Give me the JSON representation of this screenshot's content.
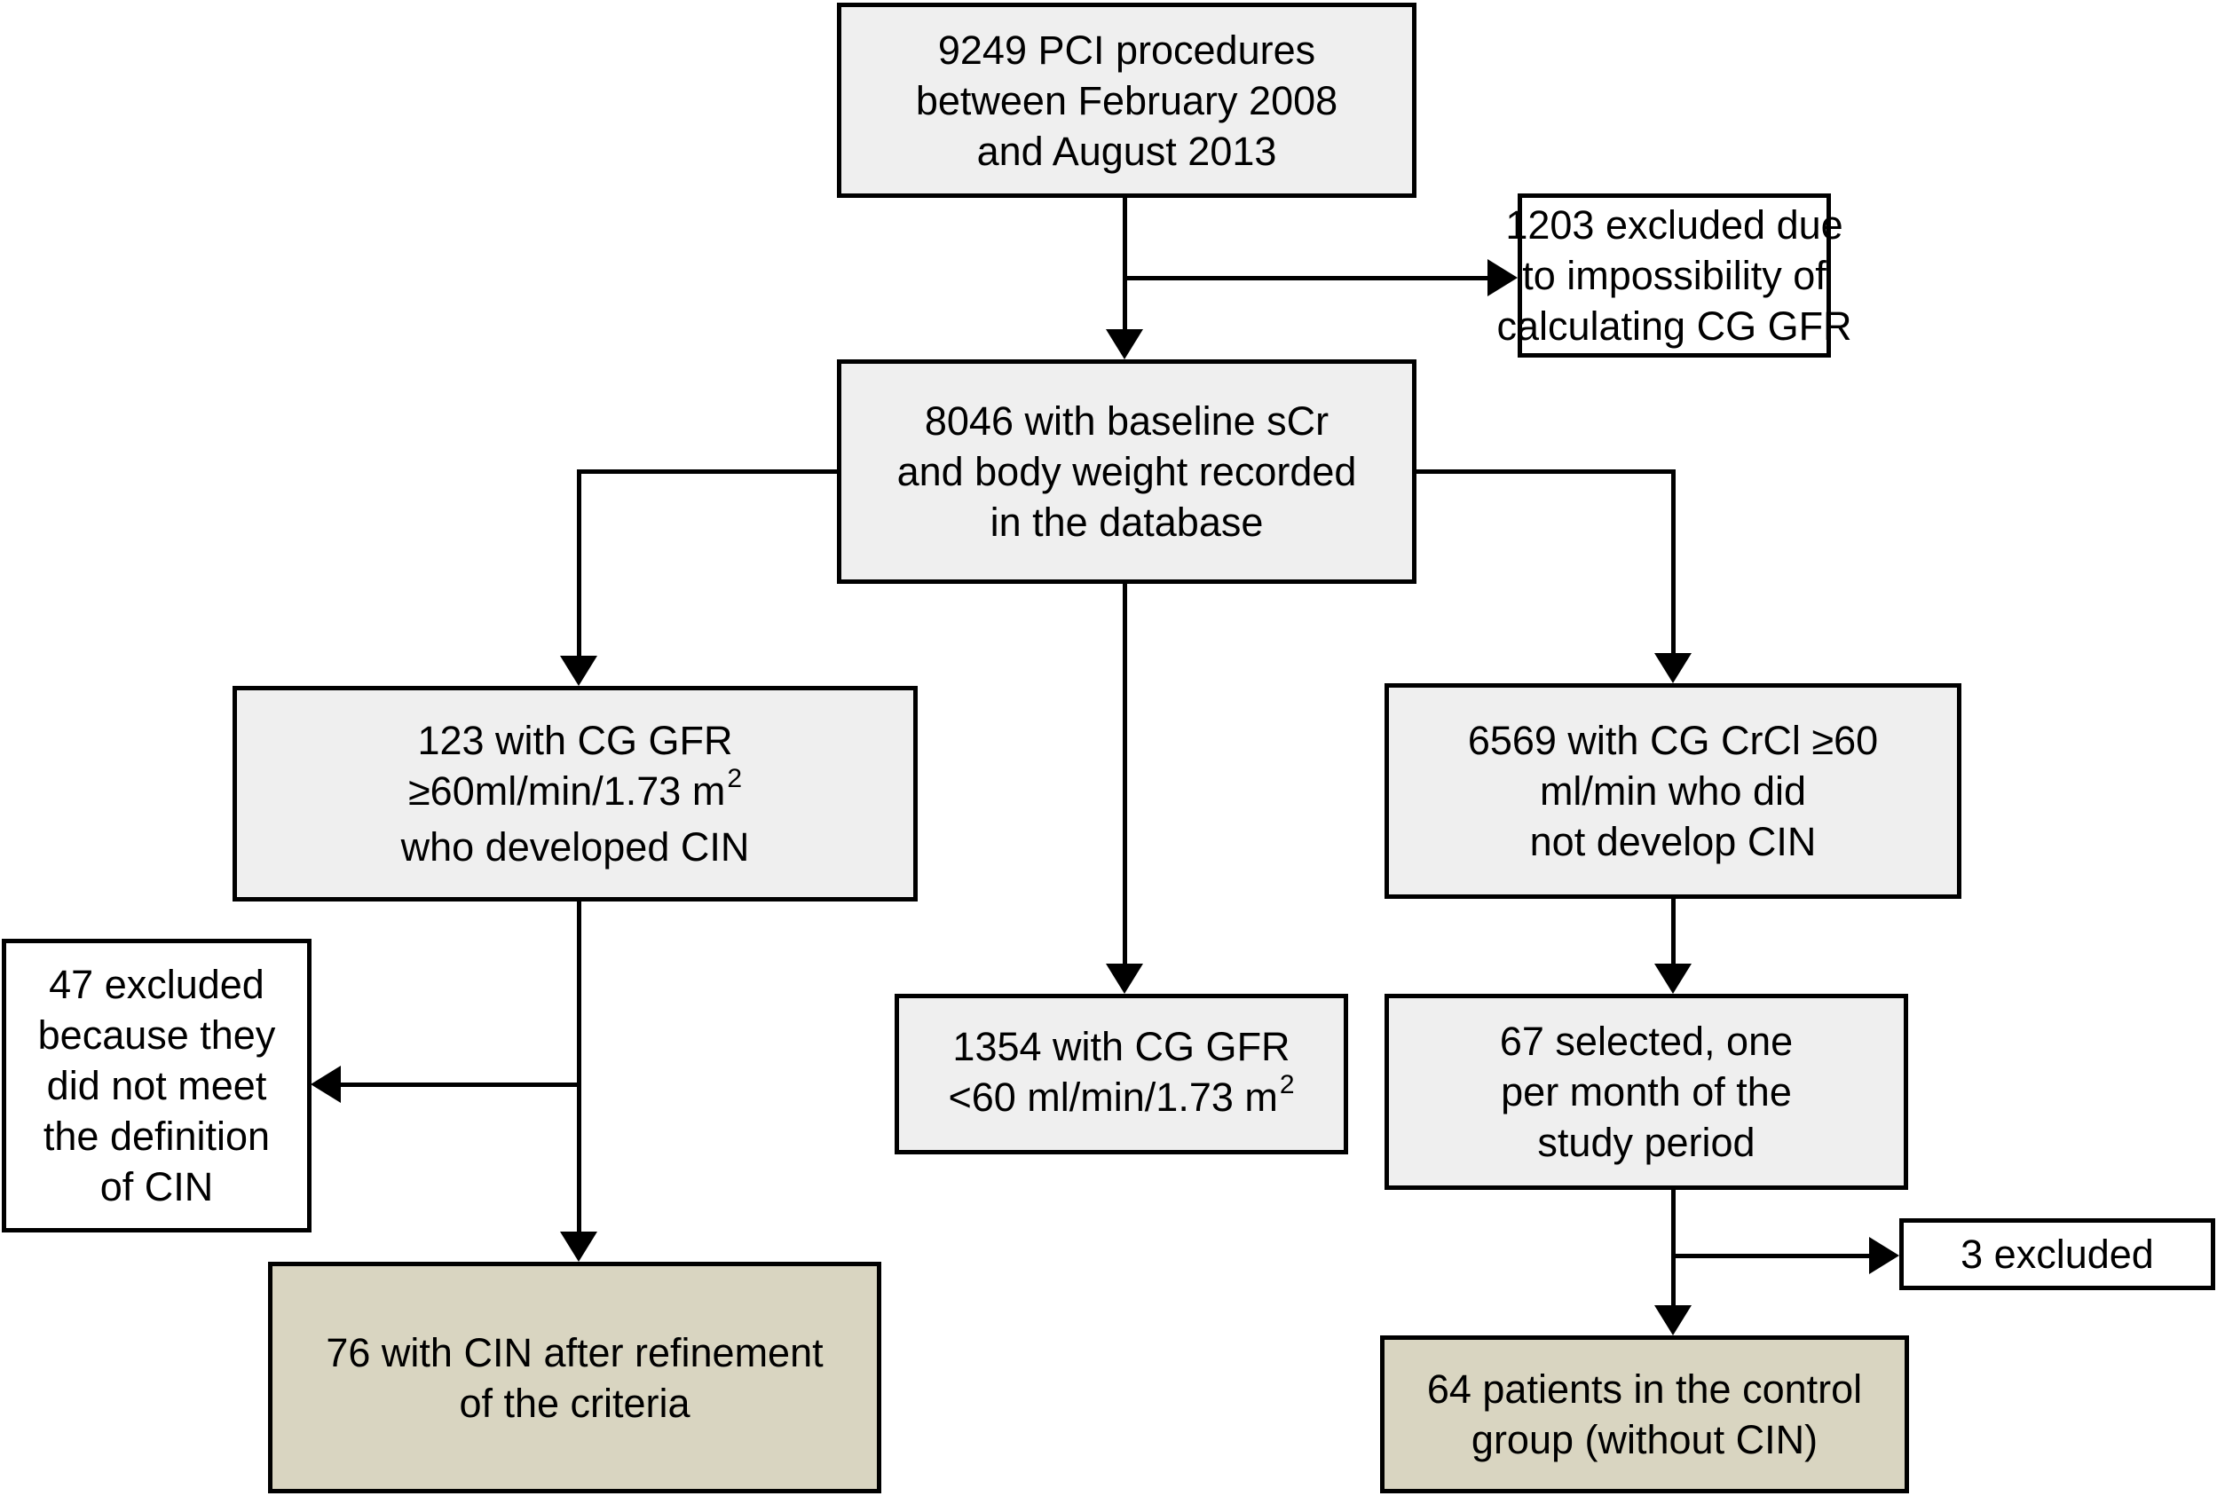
{
  "figure": {
    "background": "#ffffff",
    "box_fill_gray": "#efefef",
    "box_fill_tan": "#d9d5c1",
    "box_fill_white": "#ffffff",
    "line_color": "#000000",
    "text_color": "#000000"
  },
  "boxes": {
    "pci_procedures": {
      "lines": [
        "9249 PCI procedures",
        "between February 2008",
        "and August 2013"
      ]
    },
    "excluded_gfr_calc": {
      "lines": [
        "1203 excluded due",
        "to impossibility of",
        "calculating CG GFR"
      ]
    },
    "baseline_recorded": {
      "lines": [
        "8046 with baseline sCr",
        "and body weight recorded",
        "in the database"
      ]
    },
    "cin_group": {
      "line1": "123 with CG GFR",
      "line2_base": "≥60ml/min/1.73 m",
      "line2_sup": "2",
      "line3": "who developed CIN"
    },
    "no_cin_group": {
      "lines": [
        "6569 with CG CrCl ≥60",
        "ml/min who did",
        "not develop CIN"
      ]
    },
    "excluded_cin_definition": {
      "lines": [
        "47 excluded",
        "because they",
        "did not meet",
        "the definition",
        "of CIN"
      ]
    },
    "low_gfr": {
      "line1": "1354 with CG GFR",
      "line2_base": "<60 ml/min/1.73 m",
      "line2_sup": "2"
    },
    "selected_monthly": {
      "lines": [
        "67 selected, one",
        "per month of the",
        "study period"
      ]
    },
    "excluded_three": {
      "lines": [
        "3 excluded"
      ]
    },
    "cin_refined": {
      "lines": [
        "76 with CIN after refinement",
        "of the criteria"
      ]
    },
    "control_group": {
      "lines": [
        "64 patients in the control",
        "group (without CIN)"
      ]
    }
  }
}
